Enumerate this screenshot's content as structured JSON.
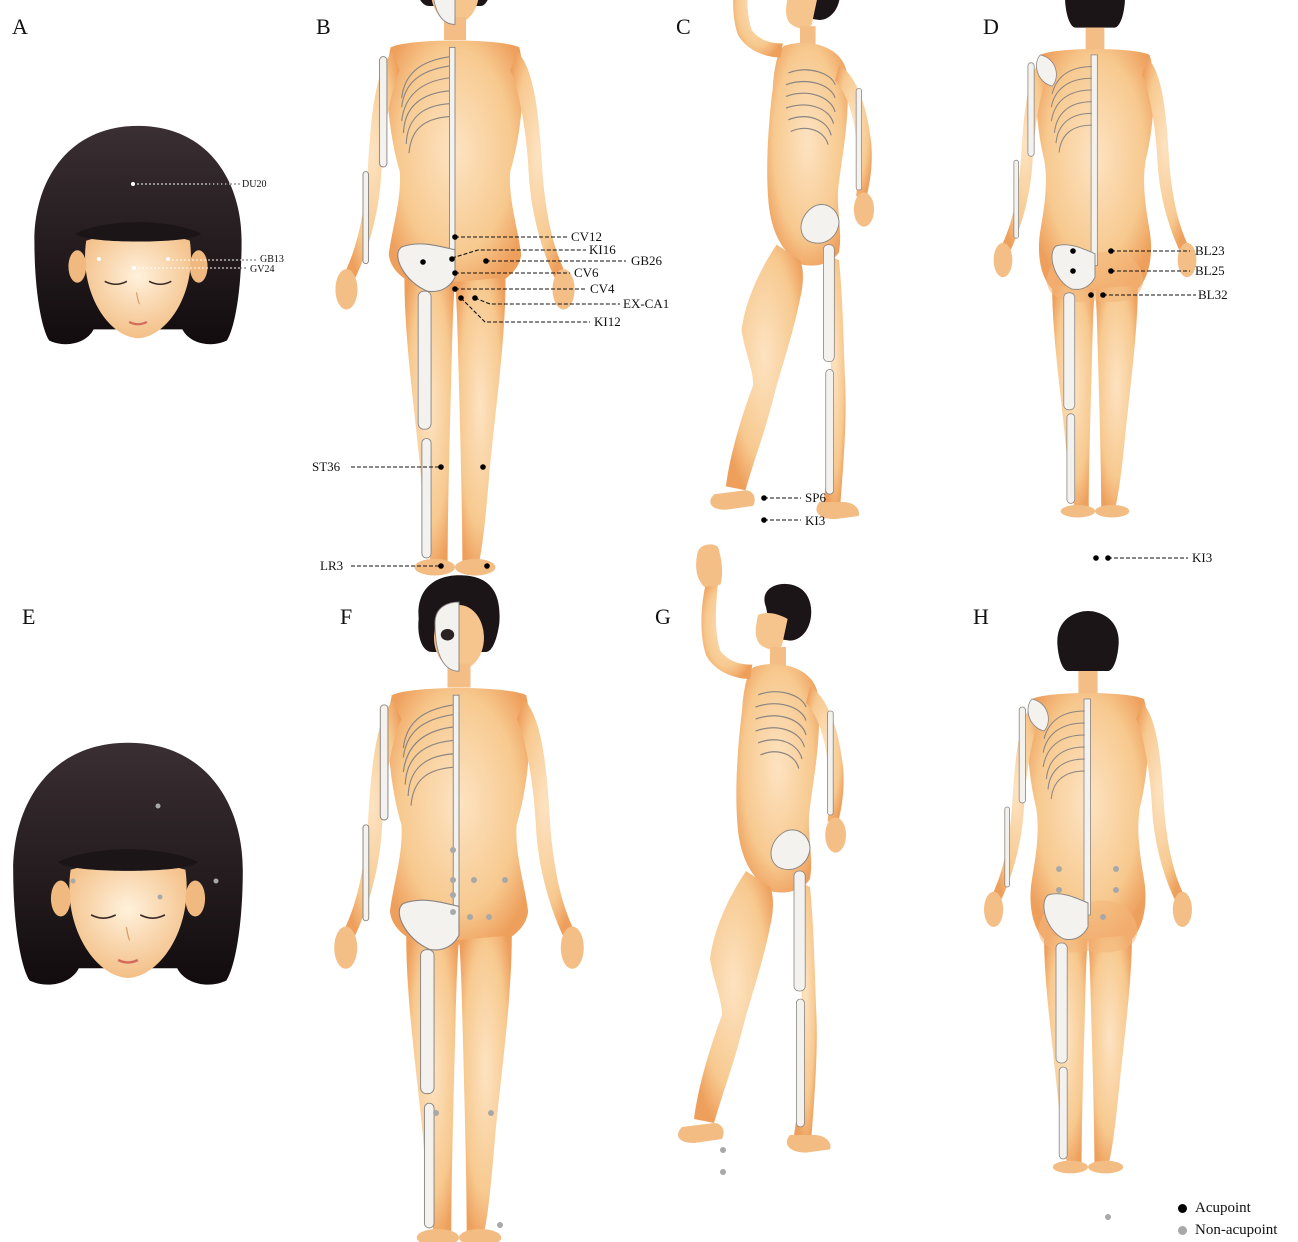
{
  "panels": {
    "A": "A",
    "B": "B",
    "C": "C",
    "D": "D",
    "E": "E",
    "F": "F",
    "G": "G",
    "H": "H"
  },
  "labels_A": {
    "du20": "DU20",
    "gb13": "GB13",
    "gv24": "GV24"
  },
  "labels_B": {
    "cv12": "CV12",
    "ki16": "KI16",
    "gb26": "GB26",
    "cv6": "CV6",
    "cv4": "CV4",
    "exca1": "EX-CA1",
    "ki12": "KI12",
    "st36": "ST36",
    "lr3": "LR3"
  },
  "labels_C": {
    "sp6": "SP6",
    "ki3": "KI3"
  },
  "labels_D": {
    "bl23": "BL23",
    "bl25": "BL25",
    "bl32": "BL32",
    "ki3": "KI3"
  },
  "legend": {
    "acupoint": "Acupoint",
    "non_acupoint": "Non-acupoint",
    "acupoint_color": "#000000",
    "non_acupoint_color": "#a8a8a8"
  },
  "colors": {
    "skin": "#f6c58e",
    "hair": "#1c1518",
    "bone": "#f4f2ef"
  }
}
